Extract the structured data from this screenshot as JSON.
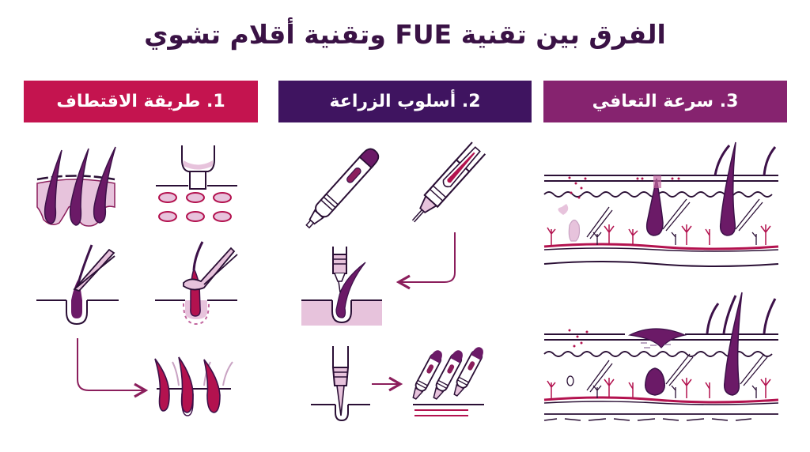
{
  "title": "الفرق بين تقنية FUE وتقنية أقلام تشوي",
  "colors": {
    "title": "#3a1245",
    "section1_header": "#c4144f",
    "section2_header": "#3f1460",
    "section3_header": "#86236f",
    "dark_purple": "#3d1149",
    "magenta": "#8b1e5c",
    "crimson": "#b3124f",
    "light_pink": "#e7c3dc"
  },
  "sections": [
    {
      "label": "1. طريقة الاقتطاف",
      "illustrations": [
        "hair-follicles-in-skin",
        "punch-tool-with-extraction-holes",
        "tweezers-grasping-hair",
        "tweezers-extracting-graft",
        "transplanted-hairs"
      ]
    },
    {
      "label": "2. أسلوب الزراعة",
      "illustrations": [
        "choi-implanter-pen",
        "loaded-implanter-pen",
        "pen-implanting-graft-in-skin",
        "pen-needle-in-skin",
        "multiple-implanter-pens"
      ]
    },
    {
      "label": "3. سرعة التعافي",
      "illustrations": [
        "skin-cross-section-healing-stage-1",
        "skin-cross-section-healing-stage-2"
      ]
    }
  ]
}
